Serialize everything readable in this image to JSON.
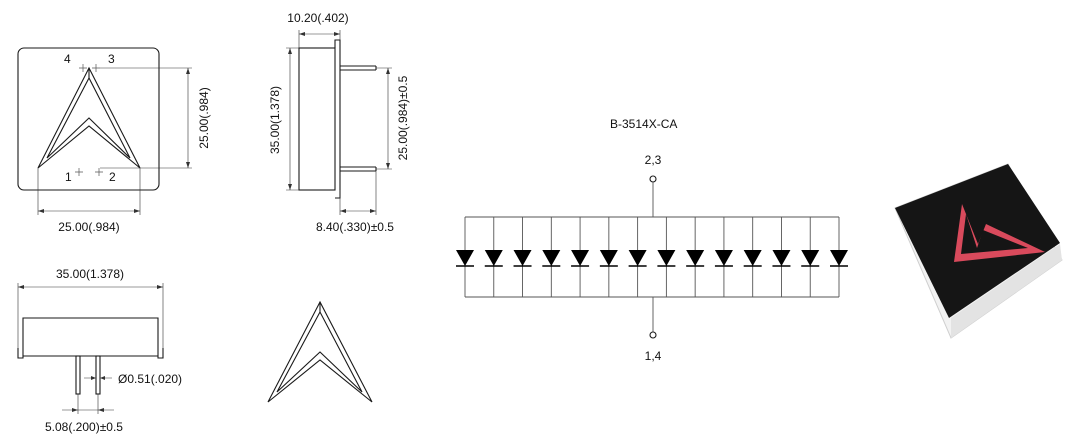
{
  "front_view": {
    "pin_labels": [
      "4",
      "3",
      "1",
      "2"
    ],
    "height_dim": "25.00(.984)",
    "width_dim": "25.00(.984)"
  },
  "side_view": {
    "top_dim": "10.20(.402)",
    "height_dim": "35.00(1.378)",
    "pin_span_dim": "25.00(.984)±0.5",
    "bottom_dim": "8.40(.330)±0.5"
  },
  "bottom_view": {
    "length_dim": "35.00(1.378)",
    "pin_diameter_dim": "Ø0.51(.020)",
    "pin_pitch_dim": "5.08(.200)±0.5"
  },
  "schematic": {
    "part_number": "B-3514X-CA",
    "top_pins": "2,3",
    "bottom_pins": "1,4",
    "diode_count": 14
  },
  "photo": {
    "body_color": "#151515",
    "base_color": "#f2f2f2",
    "arrow_color": "#d94a5c"
  }
}
